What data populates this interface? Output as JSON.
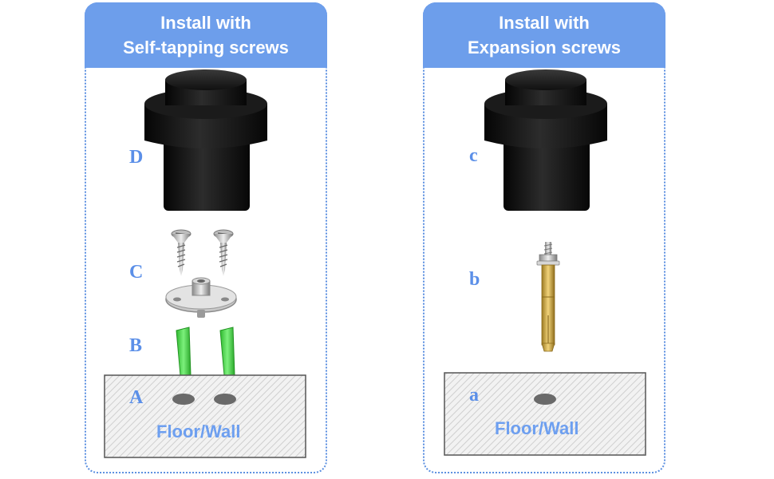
{
  "left_panel": {
    "title_line1": "Install with",
    "title_line2": "Self-tapping screws",
    "steps": [
      "D",
      "C",
      "B",
      "A"
    ],
    "surface_label": "Floor/Wall"
  },
  "right_panel": {
    "title_line1": "Install with",
    "title_line2": "Expansion screws",
    "steps": [
      "c",
      "b",
      "a"
    ],
    "surface_label": "Floor/Wall"
  },
  "colors": {
    "header_bg": "#6d9eeb",
    "label_blue": "#5b8fe8",
    "stopper_black": "#151515",
    "anchor_green": "#3fd13f",
    "brass": "#c9a23a"
  }
}
